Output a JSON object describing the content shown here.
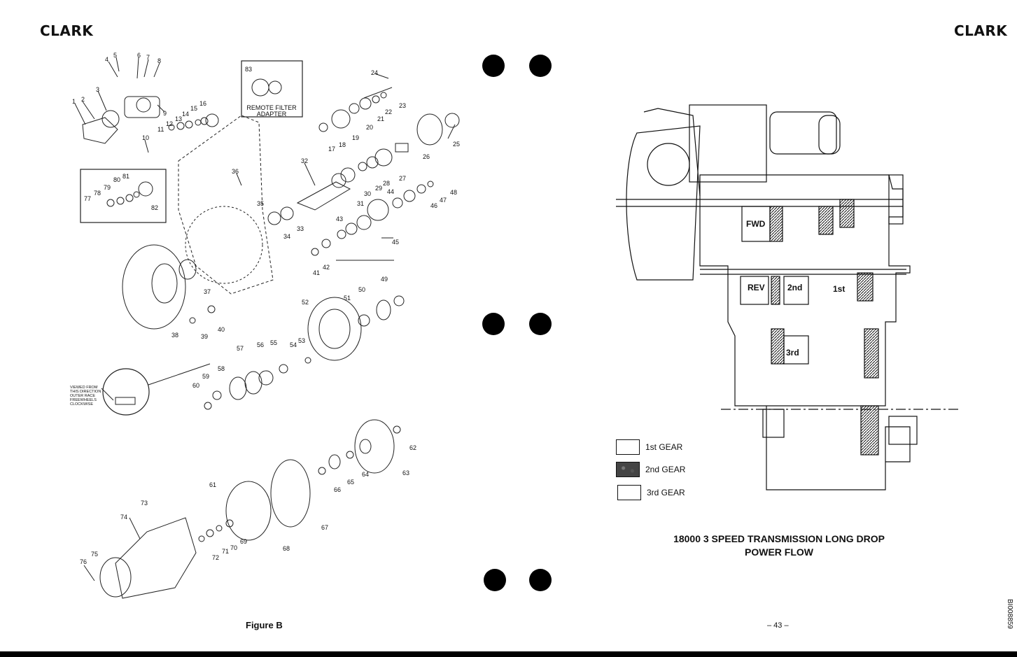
{
  "header": {
    "left_brand": "CLARK",
    "right_brand": "CLARK"
  },
  "left_figure": {
    "callouts": {
      "remote_filter": "REMOTE FILTER ADAPTER",
      "remote_filter_line1": "REMOTE FILTER",
      "remote_filter_line2": "ADAPTER",
      "viewed_from": [
        "VIEWED FROM",
        "THIS DIRECTION",
        "OUTER RACE",
        "FREEWHEELS",
        "CLOCKWISE"
      ]
    },
    "part_numbers": [
      "1",
      "2",
      "3",
      "4",
      "5",
      "6",
      "7",
      "8",
      "9",
      "10",
      "11",
      "12",
      "13",
      "14",
      "15",
      "16",
      "17",
      "18",
      "19",
      "20",
      "21",
      "22",
      "23",
      "24",
      "25",
      "26",
      "27",
      "28",
      "29",
      "30",
      "31",
      "32",
      "33",
      "34",
      "35",
      "36",
      "37",
      "38",
      "39",
      "40",
      "41",
      "42",
      "43",
      "44",
      "45",
      "46",
      "47",
      "48",
      "49",
      "50",
      "51",
      "52",
      "53",
      "54",
      "55",
      "56",
      "57",
      "58",
      "59",
      "60",
      "61",
      "62",
      "63",
      "64",
      "65",
      "66",
      "67",
      "68",
      "69",
      "70",
      "71",
      "72",
      "73",
      "74",
      "75",
      "76",
      "77",
      "78",
      "79",
      "80",
      "81",
      "82",
      "83"
    ],
    "caption": "Figure B"
  },
  "right_figure": {
    "section_labels": {
      "fwd": "FWD",
      "rev": "REV",
      "second": "2nd",
      "first": "1st",
      "third": "3rd"
    },
    "legend": [
      {
        "label": "1st GEAR",
        "style": "white"
      },
      {
        "label": "2nd GEAR",
        "style": "dark"
      },
      {
        "label": "3rd GEAR",
        "style": "white"
      }
    ],
    "title_line1": "18000 3 SPEED TRANSMISSION  LONG DROP",
    "title_line2": "POWER FLOW"
  },
  "footer": {
    "page_number": "– 43 –",
    "doc_id": "BI008859"
  },
  "colors": {
    "ink": "#111111",
    "paper": "#ffffff",
    "hole": "#000000"
  }
}
